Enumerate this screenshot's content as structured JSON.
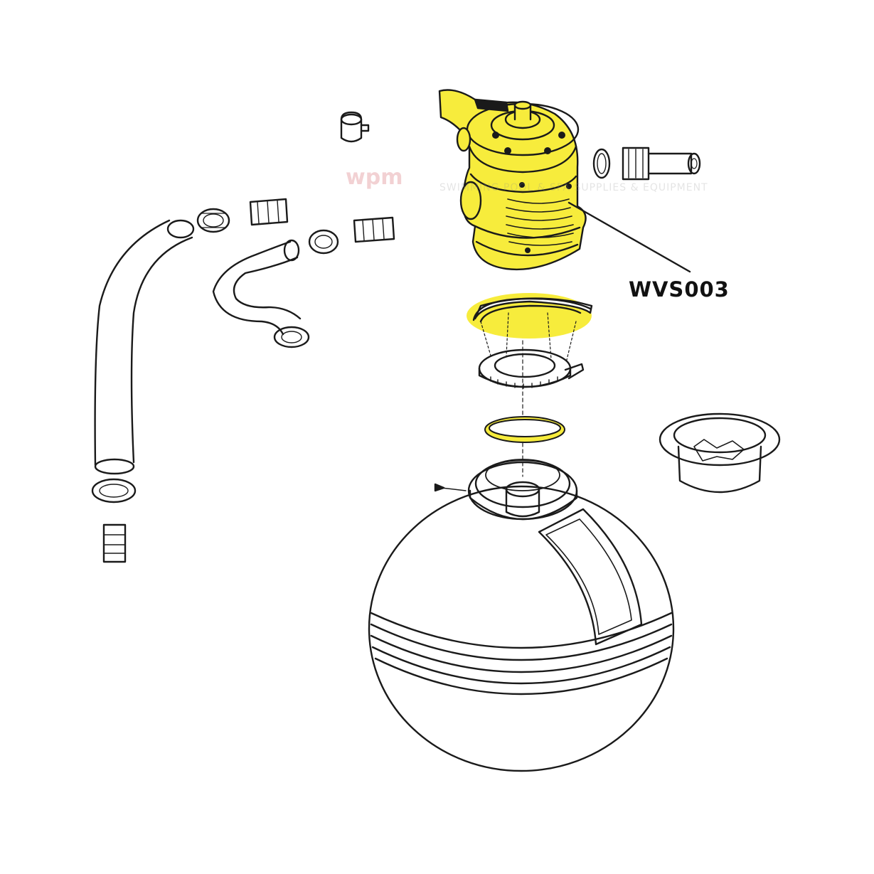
{
  "diagram": {
    "callout_label": "WVS003",
    "watermark": {
      "logo_text": "wpm",
      "tagline": "SWIMMING POOL & SPA SUPPLIES & EQUIPMENT"
    }
  },
  "colors": {
    "highlight": "#f7ec3c",
    "line": "#1a1a1a",
    "background": "#ffffff"
  }
}
